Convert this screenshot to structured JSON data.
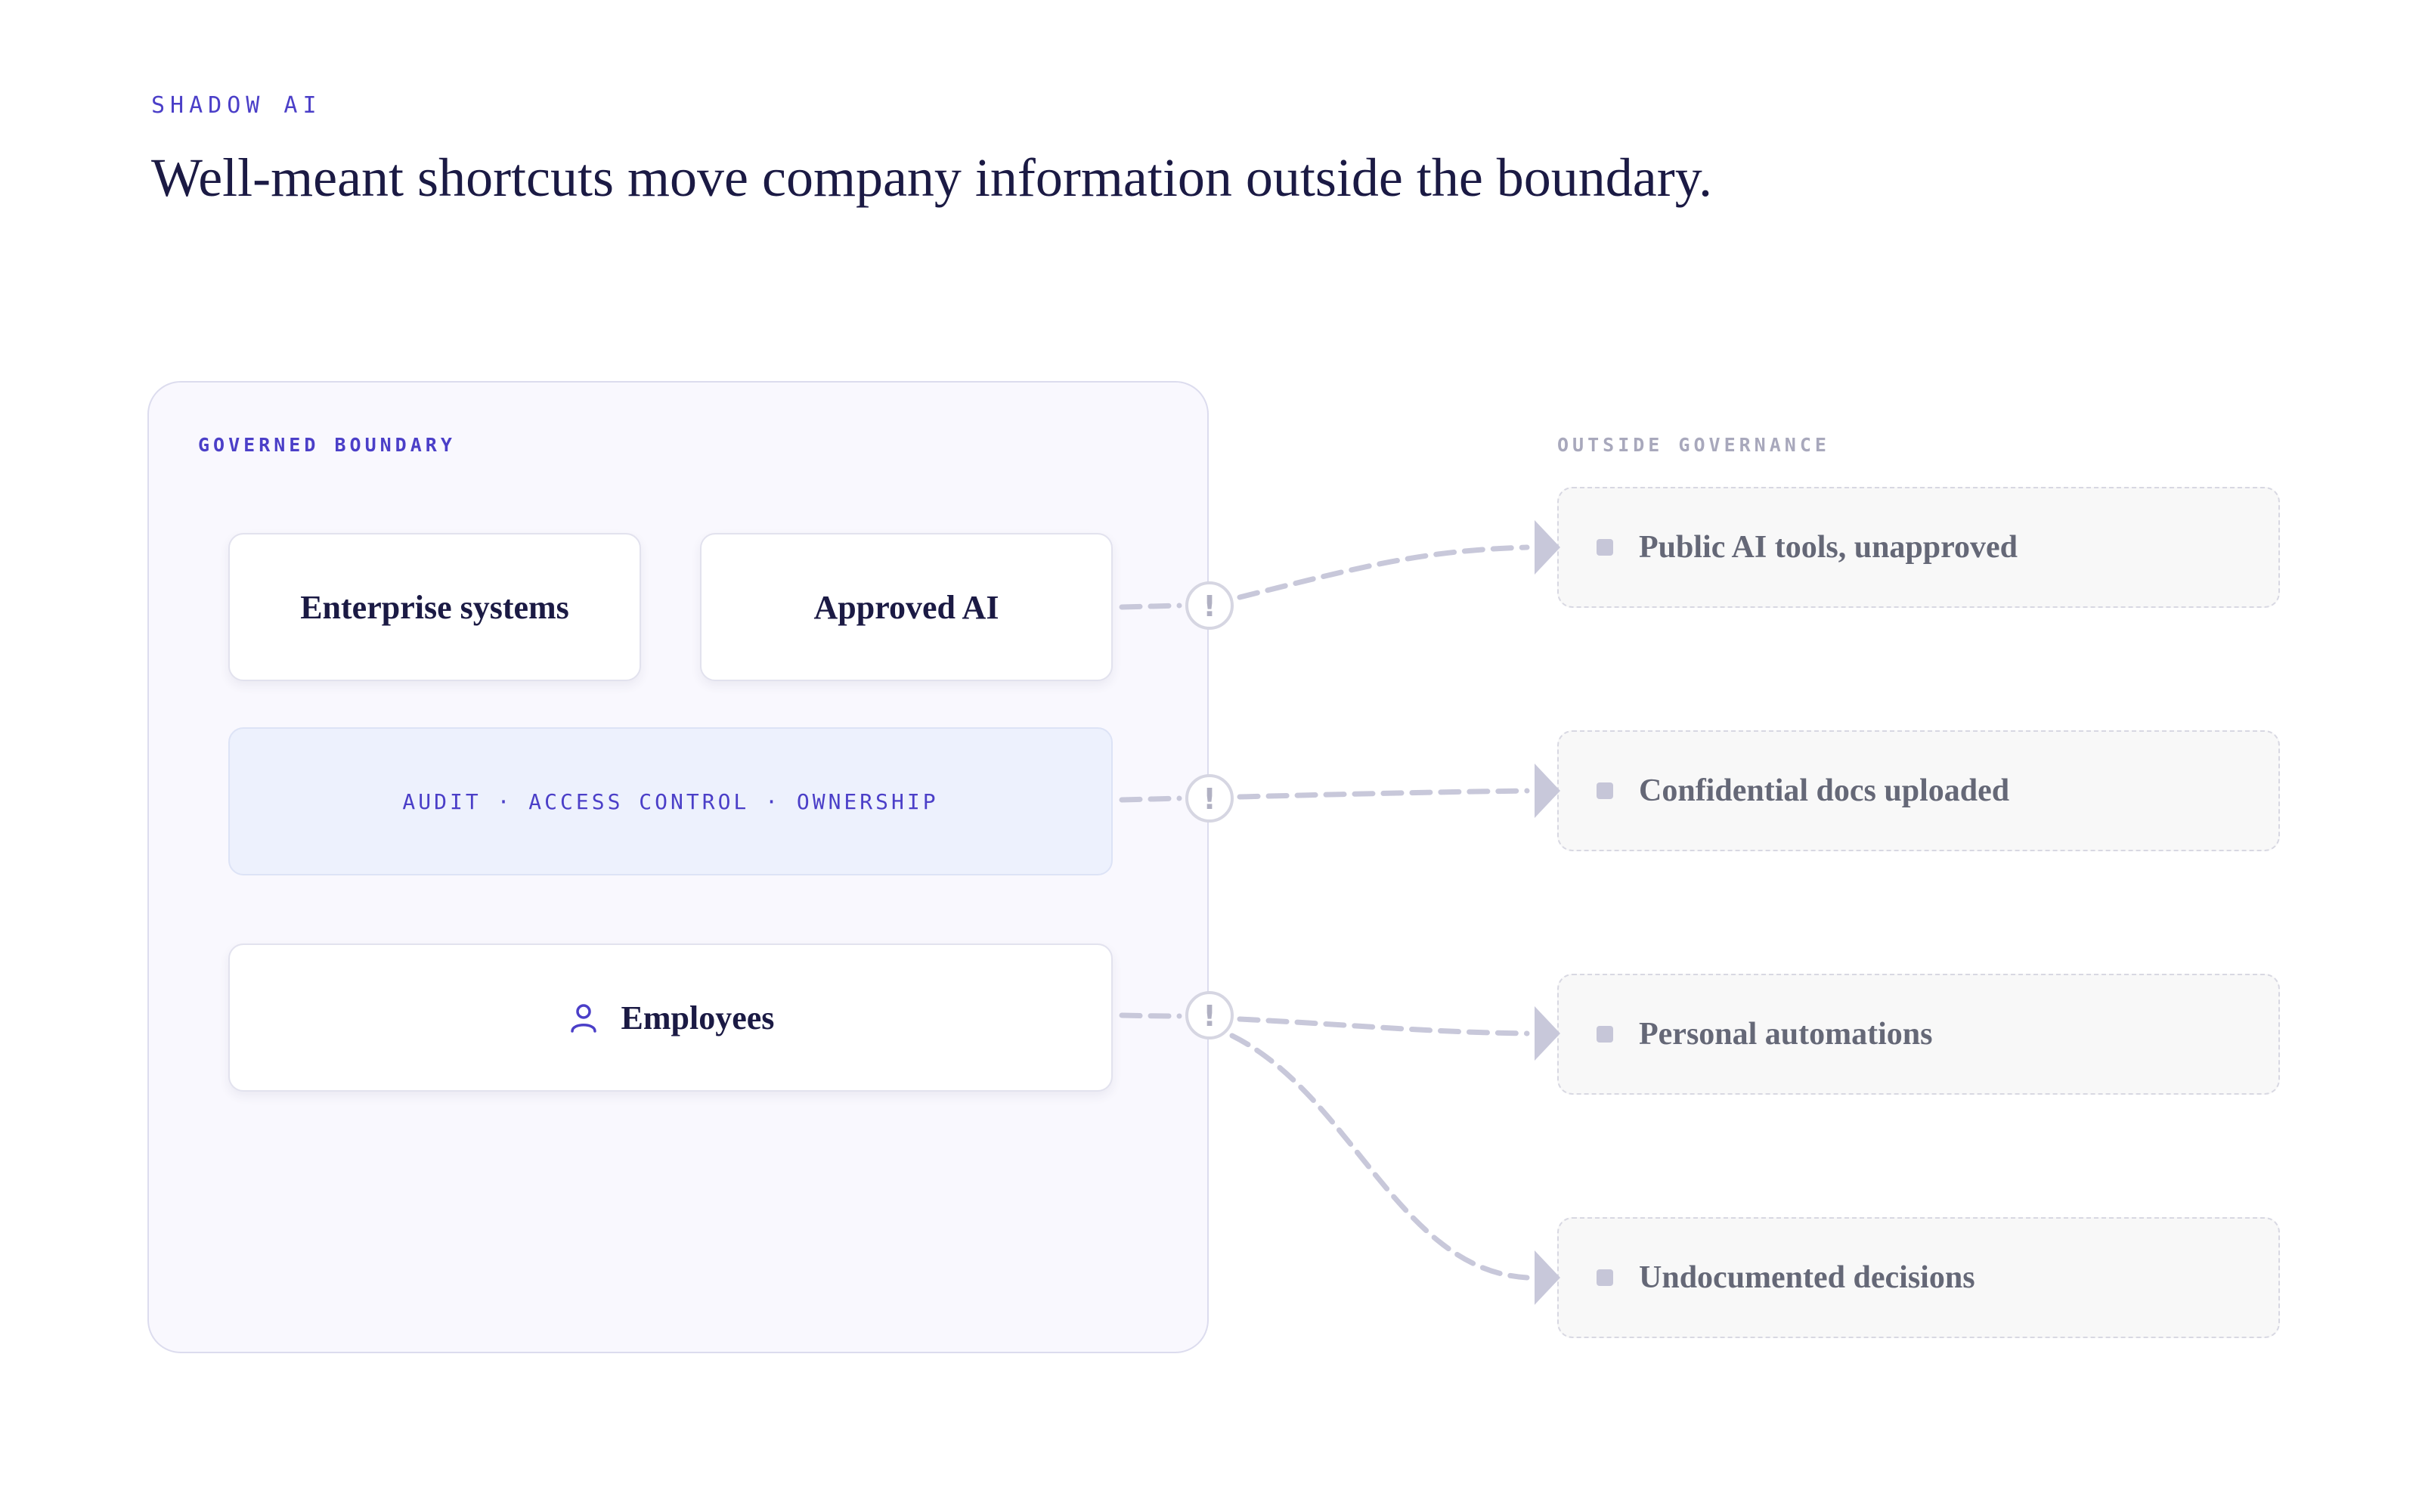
{
  "header": {
    "eyebrow": "SHADOW AI",
    "headline": "Well-meant shortcuts move company information outside the boundary."
  },
  "governed_boundary": {
    "label": "GOVERNED BOUNDARY",
    "cards": {
      "enterprise_systems": "Enterprise systems",
      "approved_ai": "Approved AI",
      "controls": "AUDIT · ACCESS CONTROL · OWNERSHIP",
      "employees": "Employees"
    }
  },
  "outside_governance": {
    "label": "OUTSIDE GOVERNANCE",
    "items": [
      {
        "label": "Public AI tools, unapproved"
      },
      {
        "label": "Confidential docs uploaded"
      },
      {
        "label": "Personal automations"
      },
      {
        "label": "Undocumented decisions"
      }
    ]
  },
  "warning_marker": "!",
  "icons": {
    "employees": "person-icon",
    "warning": "exclamation-icon",
    "bullet": "square-bullet-icon",
    "arrow": "arrowhead-icon"
  },
  "colors": {
    "accent": "#4b3fc8",
    "ink": "#1b1a44",
    "muted": "#a8a8bc",
    "flow": "#c8c8da",
    "controls_bg": "#edf1fd",
    "boundary_bg": "#f9f8fe"
  }
}
